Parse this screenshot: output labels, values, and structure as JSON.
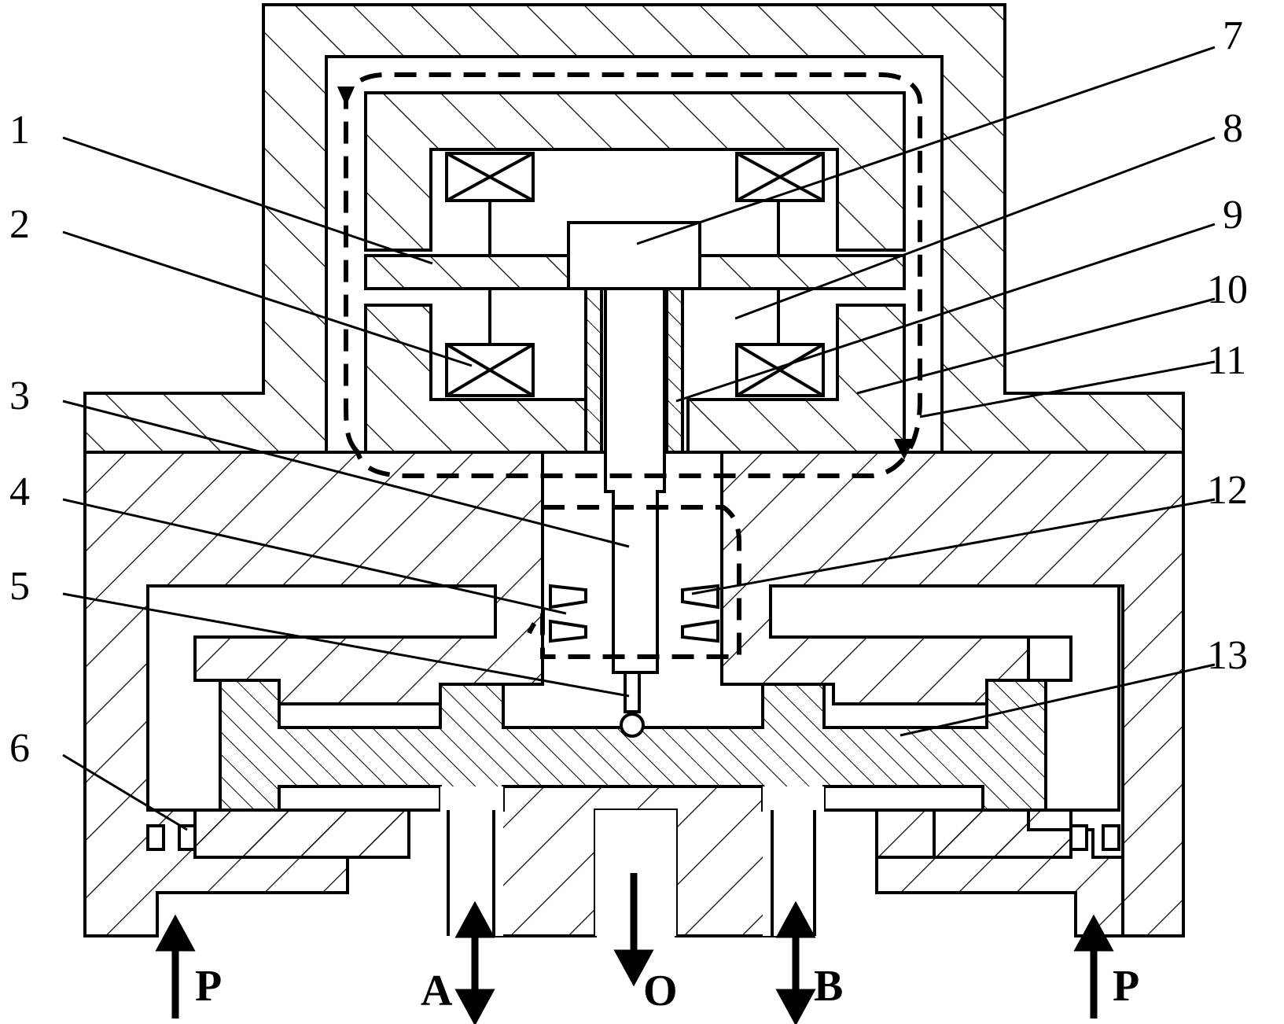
{
  "part_labels": [
    "1",
    "2",
    "3",
    "4",
    "5",
    "6",
    "7",
    "8",
    "9",
    "10",
    "11",
    "12",
    "13"
  ],
  "port_labels": {
    "p_left": "P",
    "a": "A",
    "o": "O",
    "b": "B",
    "p_right": "P"
  }
}
